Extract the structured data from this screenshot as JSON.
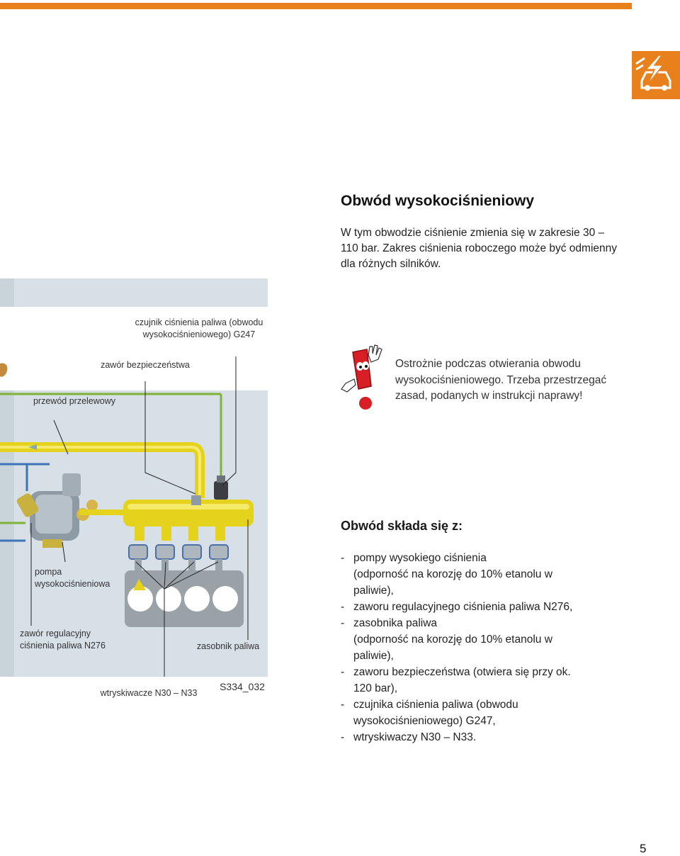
{
  "header": {
    "bar_color": "#e8801c",
    "icon": "electrical-safety-icon"
  },
  "section": {
    "title": "Obwód wysokociśnieniowy",
    "intro": "W tym obwodzie ciśnienie zmienia się w zakresie 30 – 110 bar. Zakres ciśnienia roboczego może być odmienny dla różnych silników."
  },
  "warning": {
    "icon": "warning-hand-icon",
    "text": "Ostrożnie podczas otwierania obwodu wysokociśnieniowego. Trzeba przestrzegać zasad, podanych w instrukcji naprawy!"
  },
  "diagram": {
    "labels": {
      "pressure_sensor": [
        "czujnik ciśnienia paliwa (obwodu",
        "wysokociśnieniowego) G247"
      ],
      "safety_valve": "zawór bezpieczeństwa",
      "return_line": "przewód przelewowy",
      "pump": [
        "pompa",
        "wysokociśnieniowa"
      ],
      "regulating_valve": [
        "zawór regulacyjny",
        "ciśnienia paliwa N276"
      ],
      "fuel_rail": "zasobnik paliwa",
      "injectors": "wtryskiwacze N30 – N33",
      "figure_code": "S334_032"
    }
  },
  "components": {
    "title": "Obwód składa się z:",
    "items": [
      {
        "dash": "-",
        "lines": [
          "pompy wysokiego ciśnienia",
          "(odporność na korozję do 10% etanolu w",
          "paliwie),"
        ]
      },
      {
        "dash": "-",
        "lines": [
          "zaworu regulacyjnego ciśnienia paliwa N276,"
        ]
      },
      {
        "dash": "-",
        "lines": [
          "zasobnika paliwa",
          "(odporność na korozję do 10% etanolu w",
          "paliwie),"
        ]
      },
      {
        "dash": "-",
        "lines": [
          "zaworu bezpieczeństwa (otwiera się przy ok.",
          "120 bar),"
        ]
      },
      {
        "dash": "-",
        "lines": [
          "czujnika ciśnienia paliwa (obwodu",
          "wysokociśnieniowego) G247,"
        ]
      },
      {
        "dash": "-",
        "lines": [
          "wtryskiwaczy N30 – N33."
        ]
      }
    ]
  },
  "footer": {
    "page_number": "5"
  }
}
